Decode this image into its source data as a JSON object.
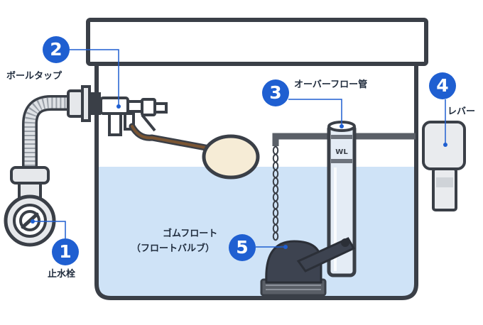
{
  "colors": {
    "tank_outline": "#3a3f47",
    "water": "#cfe3f7",
    "badge": "#1f5fd1",
    "float_ball": "#f6ecd6",
    "float_arm": "#7a5533",
    "rubber": "#3d4350",
    "pipe": "#d6d9de"
  },
  "parts": [
    {
      "number": "1",
      "name": "止水栓"
    },
    {
      "number": "2",
      "name": "ボールタップ"
    },
    {
      "number": "3",
      "name": "オーバーフロー管"
    },
    {
      "number": "4",
      "name": "レバー"
    },
    {
      "number": "5",
      "name": "ゴムフロート",
      "subname": "（フロートバルブ）"
    }
  ],
  "water_level_mark": "WL"
}
